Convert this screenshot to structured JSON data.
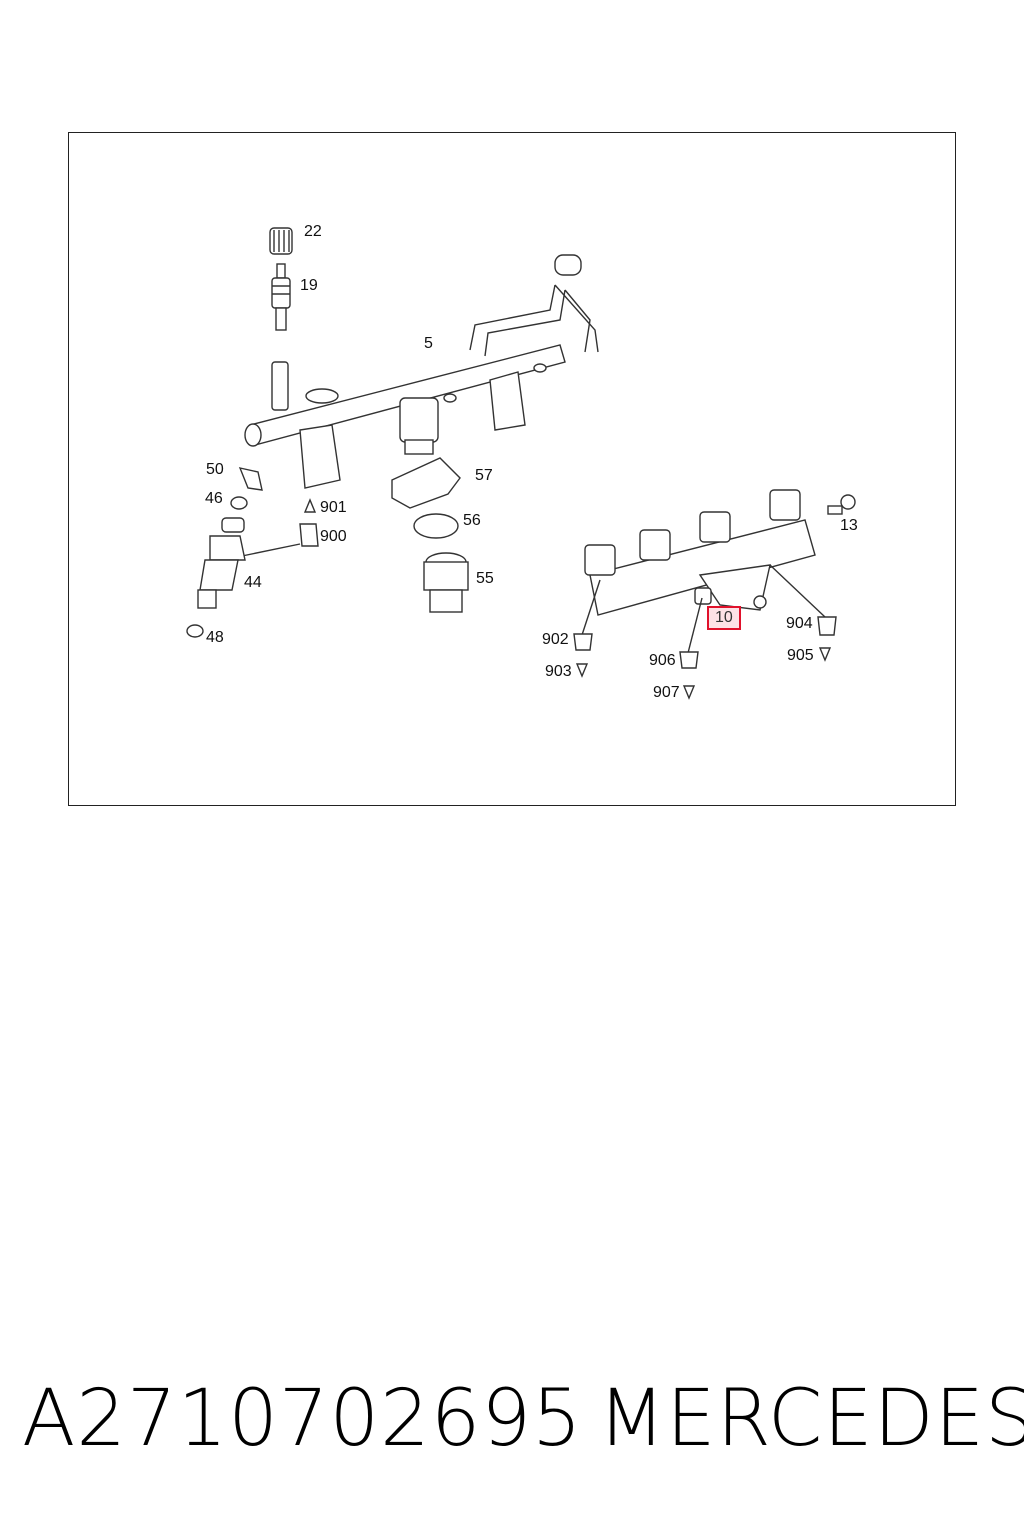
{
  "diagram": {
    "callouts": {
      "c22": "22",
      "c19": "19",
      "c5": "5",
      "c50": "50",
      "c46": "46",
      "c901": "901",
      "c900": "900",
      "c57": "57",
      "c56": "56",
      "c44": "44",
      "c55": "55",
      "c48": "48",
      "c13": "13",
      "c902": "902",
      "c903": "903",
      "c906": "906",
      "c907": "907",
      "c10": "10",
      "c904": "904",
      "c905": "905"
    },
    "highlight_color": "#e0112b"
  },
  "footer": {
    "part_number": "A2710702695",
    "brand": "MERCEDES"
  }
}
